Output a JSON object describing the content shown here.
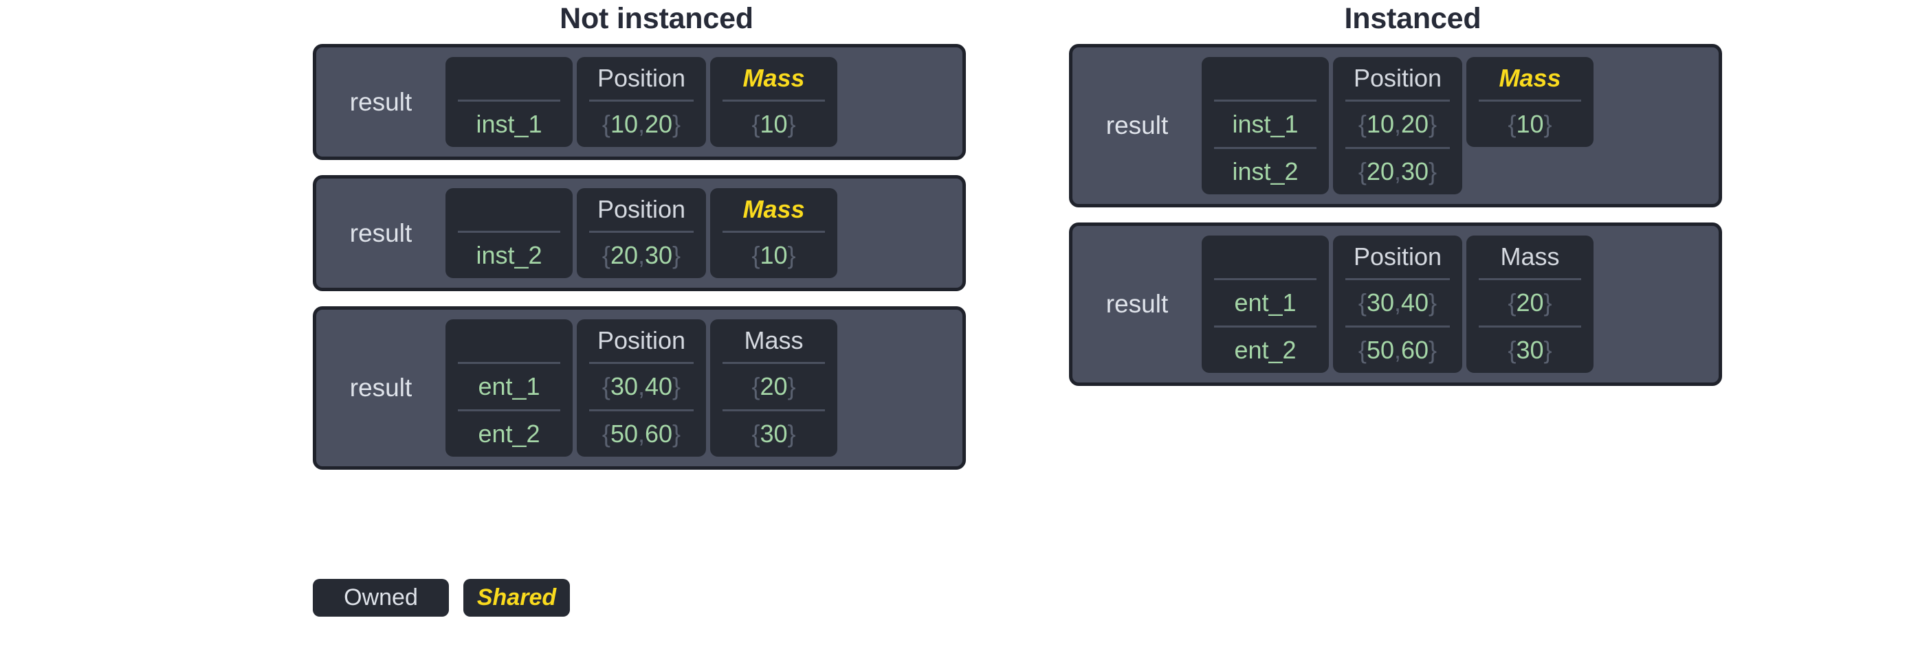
{
  "columns": [
    {
      "title": "Not instanced",
      "tables": [
        {
          "label": "result",
          "headers": [
            "",
            "Position",
            "Mass"
          ],
          "header_shared": [
            false,
            false,
            true
          ],
          "column_rows": [
            1,
            1,
            1
          ],
          "rows": [
            {
              "name": "inst_1",
              "position": "{10, 20}",
              "mass": "{10}"
            }
          ]
        },
        {
          "label": "result",
          "headers": [
            "",
            "Position",
            "Mass"
          ],
          "header_shared": [
            false,
            false,
            true
          ],
          "column_rows": [
            1,
            1,
            1
          ],
          "rows": [
            {
              "name": "inst_2",
              "position": "{20, 30}",
              "mass": "{10}"
            }
          ]
        },
        {
          "label": "result",
          "headers": [
            "",
            "Position",
            "Mass"
          ],
          "header_shared": [
            false,
            false,
            false
          ],
          "column_rows": [
            2,
            2,
            2
          ],
          "rows": [
            {
              "name": "ent_1",
              "position": "{30, 40}",
              "mass": "{20}"
            },
            {
              "name": "ent_2",
              "position": "{50, 60}",
              "mass": "{30}"
            }
          ]
        }
      ]
    },
    {
      "title": "Instanced",
      "tables": [
        {
          "label": "result",
          "headers": [
            "",
            "Position",
            "Mass"
          ],
          "header_shared": [
            false,
            false,
            true
          ],
          "column_rows": [
            2,
            2,
            1
          ],
          "rows": [
            {
              "name": "inst_1",
              "position": "{10, 20}",
              "mass": "{10}"
            },
            {
              "name": "inst_2",
              "position": "{20, 30}",
              "mass": ""
            }
          ]
        },
        {
          "label": "result",
          "headers": [
            "",
            "Position",
            "Mass"
          ],
          "header_shared": [
            false,
            false,
            false
          ],
          "column_rows": [
            2,
            2,
            2
          ],
          "rows": [
            {
              "name": "ent_1",
              "position": "{30, 40}",
              "mass": "{20}"
            },
            {
              "name": "ent_2",
              "position": "{50, 60}",
              "mass": "{30}"
            }
          ]
        }
      ]
    }
  ],
  "legend": {
    "owned_label": "Owned",
    "shared_label": "Shared"
  },
  "colors": {
    "frame_fill": "#4b5060",
    "frame_border": "#1f222b",
    "cell_fill": "#262a33",
    "value_green": "#a5d6a7",
    "shared_yellow": "#fadb1e",
    "header_gray": "#d5d9e0",
    "brace_gray": "#5a6170",
    "rule_gray": "#4b5160",
    "page_background": "#ffffff",
    "title_color": "#272b38"
  }
}
